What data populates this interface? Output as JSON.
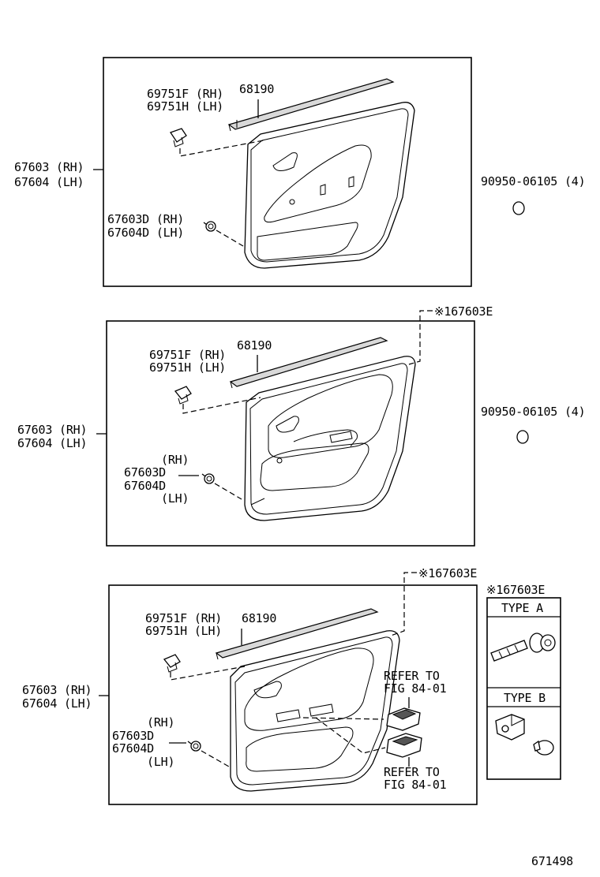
{
  "diagram_id": "671498",
  "panel1": {
    "clip_rh": "69751F (RH)",
    "clip_lh": "69751H (LH)",
    "weatherstrip": "68190",
    "board_rh": "67603 (RH)",
    "board_lh": "67604 (LH)",
    "pad_rh": "67603D (RH)",
    "pad_lh": "67604D (LH)",
    "screw": "90950-06105 (4)"
  },
  "panel2": {
    "ref_mark": "※167603E",
    "clip_rh": "69751F (RH)",
    "clip_lh": "69751H (LH)",
    "weatherstrip": "68190",
    "board_rh": "67603 (RH)",
    "board_lh": "67604 (LH)",
    "pad_rh_side": "(RH)",
    "pad_rh": "67603D",
    "pad_lh": "67604D",
    "pad_lh_side": "(LH)",
    "screw": "90950-06105 (4)"
  },
  "panel3": {
    "ref_mark": "※167603E",
    "clip_rh": "69751F (RH)",
    "clip_lh": "69751H (LH)",
    "weatherstrip": "68190",
    "board_rh": "67603 (RH)",
    "board_lh": "67604 (LH)",
    "pad_rh_side": "(RH)",
    "pad_rh": "67603D",
    "pad_lh": "67604D",
    "pad_lh_side": "(LH)",
    "refer1_line1": "REFER TO",
    "refer1_line2": "FIG 84-01",
    "refer2_line1": "REFER TO",
    "refer2_line2": "FIG 84-01"
  },
  "inset": {
    "ref_mark": "※167603E",
    "type_a": "TYPE A",
    "type_b": "TYPE B"
  }
}
